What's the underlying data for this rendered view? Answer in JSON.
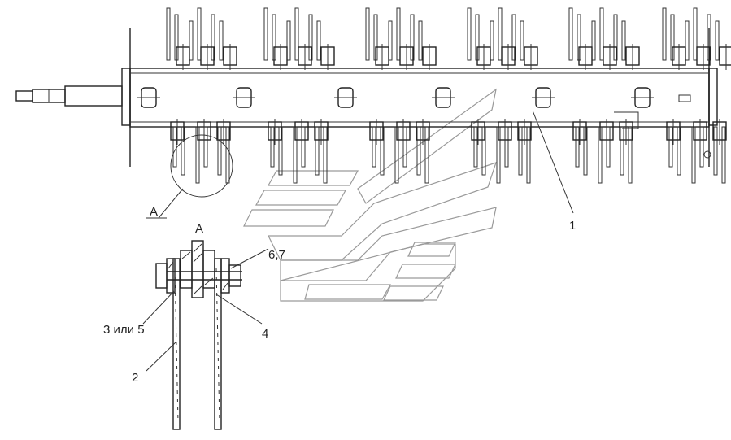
{
  "labels": {
    "view_a_callout": "А",
    "view_a_title": "А",
    "part_1": "1",
    "part_2": "2",
    "part_3_or_5": "3 или 5",
    "part_4": "4",
    "part_6_7": "6,7"
  },
  "colors": {
    "line": "#333333",
    "watermark": "#9a9a9a",
    "background": "#ffffff"
  },
  "icons": {
    "watermark": "stylized-arrow-logo"
  }
}
